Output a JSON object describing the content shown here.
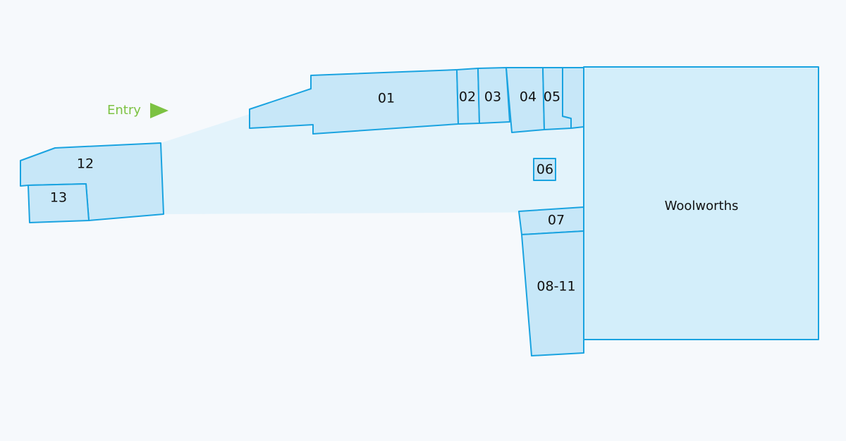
{
  "colors": {
    "background": "#f6f9fc",
    "shop_fill": "#c7e7f8",
    "shop_stroke": "#1aa3e0",
    "walkway_fill": "#e3f3fb",
    "entry_accent": "#7cc242",
    "label_text": "#111111"
  },
  "entry": {
    "label": "Entry",
    "icon": "right-triangle-arrow-icon"
  },
  "shops": {
    "s01": "01",
    "s02": "02",
    "s03": "03",
    "s04": "04",
    "s05": "05",
    "s06": "06",
    "s07": "07",
    "s08_11": "08-11",
    "s12": "12",
    "s13": "13",
    "woolworths": "Woolworths"
  }
}
